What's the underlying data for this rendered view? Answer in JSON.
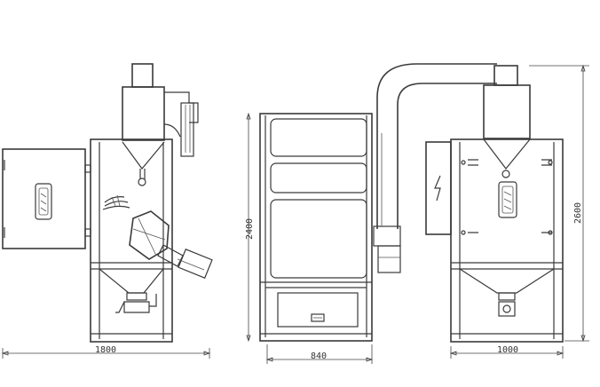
{
  "dimensions": {
    "left_width": "1800",
    "middle_width": "840",
    "middle_height": "2400",
    "right_width": "1000",
    "right_height": "2600"
  },
  "colors": {
    "line": "#3a3a3a",
    "background": "#ffffff"
  }
}
